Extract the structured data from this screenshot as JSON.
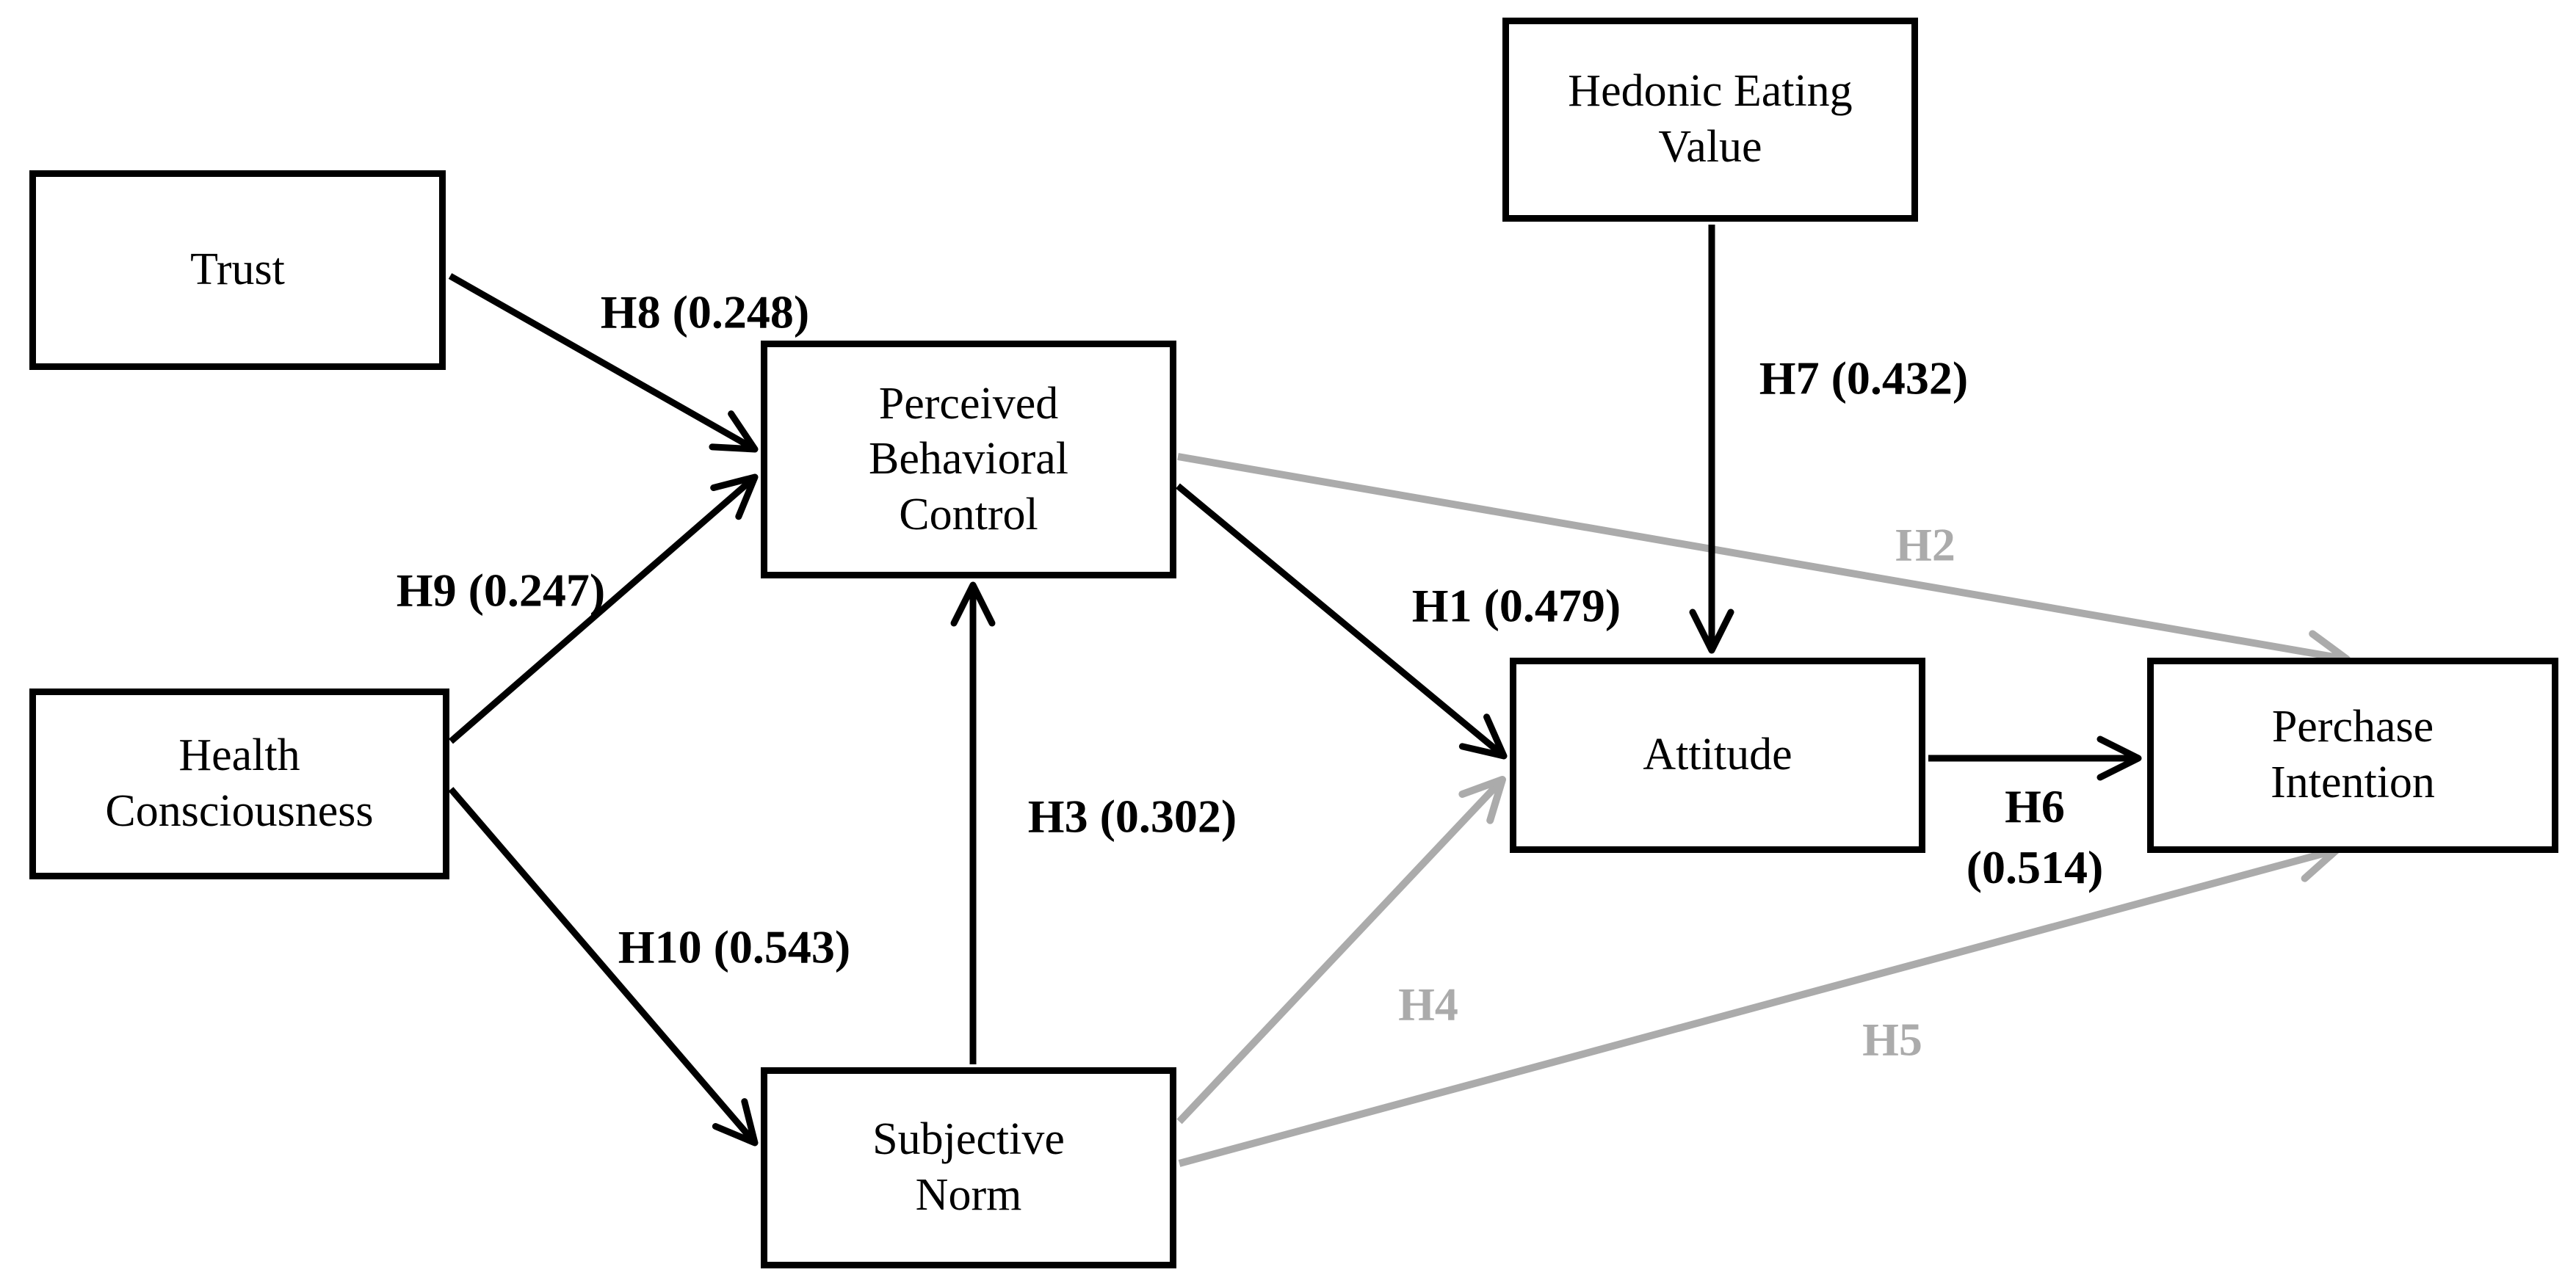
{
  "diagram": {
    "title": "",
    "colors": {
      "significant_path": "#000000",
      "nonsignificant_path": "#ABABAB",
      "box_border": "#000000",
      "background": "#ffffff"
    },
    "nodes": [
      {
        "id": "trust",
        "lines": [
          "Trust"
        ]
      },
      {
        "id": "hedonic-eating-value",
        "lines": [
          "Hedonic Eating",
          "Value"
        ]
      },
      {
        "id": "perceived-behavioral-control",
        "lines": [
          "Perceived",
          "Behavioral",
          "Control"
        ]
      },
      {
        "id": "health-consciousness",
        "lines": [
          "Health",
          "Consciousness"
        ]
      },
      {
        "id": "attitude",
        "lines": [
          "Attitude"
        ]
      },
      {
        "id": "purchase-intention",
        "lines": [
          "Perchase",
          "Intention"
        ]
      },
      {
        "id": "subjective-norm",
        "lines": [
          "Subjective",
          "Norm"
        ]
      }
    ],
    "paths": [
      {
        "id": "h1",
        "label": "H1 (0.479)",
        "from": "perceived-behavioral-control",
        "to": "attitude",
        "color": "#000000"
      },
      {
        "id": "h2",
        "label": "H2",
        "from": "perceived-behavioral-control",
        "to": "purchase-intention",
        "color": "#ABABAB"
      },
      {
        "id": "h3",
        "label": "H3 (0.302)",
        "from": "subjective-norm",
        "to": "perceived-behavioral-control",
        "color": "#000000"
      },
      {
        "id": "h4",
        "label": "H4",
        "from": "subjective-norm",
        "to": "attitude",
        "color": "#ABABAB"
      },
      {
        "id": "h5",
        "label": "H5",
        "from": "subjective-norm",
        "to": "purchase-intention",
        "color": "#ABABAB"
      },
      {
        "id": "h6",
        "label_line1": "H6",
        "label_line2": "(0.514)",
        "from": "attitude",
        "to": "purchase-intention",
        "color": "#000000"
      },
      {
        "id": "h7",
        "label": "H7 (0.432)",
        "from": "hedonic-eating-value",
        "to": "attitude",
        "color": "#000000"
      },
      {
        "id": "h8",
        "label": "H8 (0.248)",
        "from": "trust",
        "to": "perceived-behavioral-control",
        "color": "#000000"
      },
      {
        "id": "h9",
        "label": "H9 (0.247)",
        "from": "health-consciousness",
        "to": "perceived-behavioral-control",
        "color": "#000000"
      },
      {
        "id": "h10",
        "label": "H10 (0.543)",
        "from": "health-consciousness",
        "to": "subjective-norm",
        "color": "#000000"
      }
    ]
  }
}
